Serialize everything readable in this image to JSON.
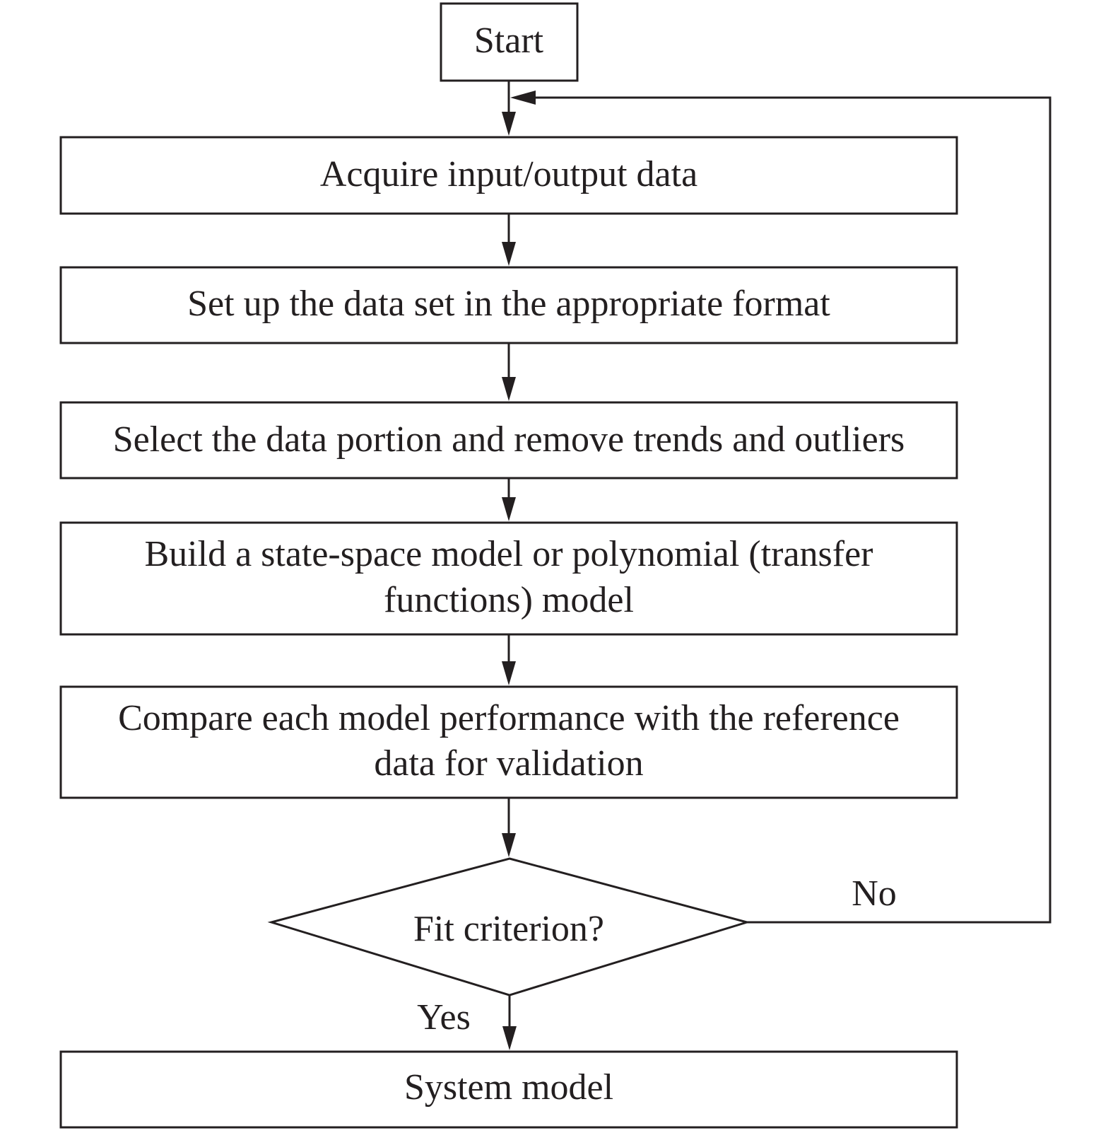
{
  "flowchart": {
    "start": "Start",
    "steps": {
      "acquire": "Acquire input/output data",
      "setup": "Set up the data set in the appropriate format",
      "select": "Select the data portion and remove trends and outliers",
      "build_line1": "Build a state-space model or polynomial (transfer",
      "build_line2": "functions) model",
      "compare_line1": "Compare each model performance with the reference",
      "compare_line2": "data for validation"
    },
    "decision": "Fit criterion?",
    "branches": {
      "no": "No",
      "yes": "Yes"
    },
    "end": "System model"
  }
}
